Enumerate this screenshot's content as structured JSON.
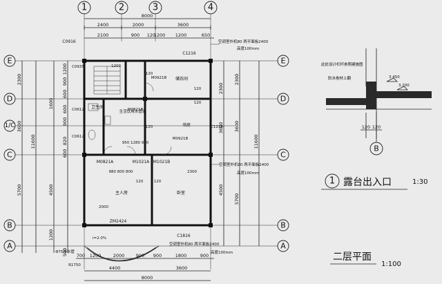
{
  "axes": {
    "columns": [
      "1",
      "2",
      "3",
      "4"
    ],
    "rows": [
      "E",
      "D",
      "1/C",
      "C",
      "B",
      "A"
    ]
  },
  "dims": {
    "top_total": "8000",
    "top_seg": [
      "2400",
      "2000",
      "3600"
    ],
    "top_row2": [
      "2100",
      "900",
      "120",
      "1200",
      "1200",
      "650"
    ],
    "left_outer": [
      "2300",
      "3600",
      "5700"
    ],
    "left_total": "11600",
    "left_inner": [
      "1600",
      "4500",
      "1200"
    ],
    "left_detail": [
      "1200",
      "900",
      "600",
      "600",
      "900",
      "820",
      "600",
      "500"
    ],
    "right_inner": [
      "2300",
      "3600",
      "4500"
    ],
    "right_outer": [
      "2300",
      "3600",
      "5700"
    ],
    "right_total": "11600",
    "bottom_row1": [
      "700",
      "1200",
      "2000",
      "900",
      "900",
      "1800",
      "900"
    ],
    "bottom_row2": [
      "4400",
      "3600"
    ],
    "bottom_total": "8000"
  },
  "labels": {
    "window_c0916": "C0916",
    "window_c1216": "C1216",
    "room_storage": "储衣间",
    "room_study": "书房",
    "room_master": "主人房",
    "room_bedroom": "卧室",
    "room_bath": "卫生间",
    "pipe_note": "生活饮用水管道",
    "door_m0821a": "M0821A",
    "door_m1021a": "M1021A",
    "door_m1021b": "M1021B",
    "zm2424": "ZM2424",
    "window_c1816": "C1816",
    "slope": "i=2.0%",
    "drain": "Φ75排水管",
    "radius": "R1750",
    "v_c0935": "C0935",
    "v_c0612a": "C0612",
    "v_c0612b": "C0612",
    "m0921b": "M0921B",
    "m0821b": "M0821B",
    "m0921b2": "M0921B",
    "c1216v": "C1216",
    "inner_row": "950  1280 950",
    "row_980": "980  800  800",
    "row_2000": "2000",
    "row_2300": "2300",
    "d1200": "1200",
    "d120a": "120",
    "d120b": "120",
    "d120c": "120",
    "d120d": "120",
    "d120e": "120",
    "d120f": "120"
  },
  "notes": {
    "top_a": "空调室外机80 两平面板2400",
    "top_b": "高度100mm",
    "mid_a": "空调室外机80 两平面板2400",
    "mid_b": "高度100mm",
    "bot_a": "空调室外机80 两平面板2400",
    "bot_b": "高度100mm"
  },
  "section": {
    "elev_high": "3.450",
    "elev_low": "3.200",
    "note_a": "此处设计栏杆参照建施图",
    "note_b": "防水卷材上翻",
    "d1": "120",
    "d2": "120",
    "axis": "B"
  },
  "titles": {
    "detail_no": "1",
    "detail_name": "露台出入口",
    "detail_scale": "1:30",
    "plan_name": "二层平面",
    "plan_scale": "1:100"
  }
}
